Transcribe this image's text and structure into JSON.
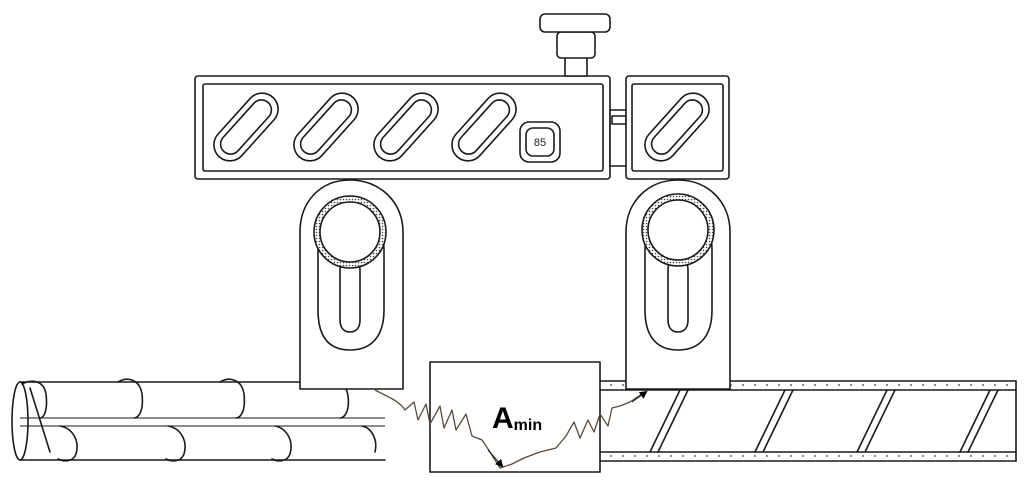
{
  "label": {
    "symbol": "A",
    "subscript": "min"
  },
  "size_badge": "85"
}
